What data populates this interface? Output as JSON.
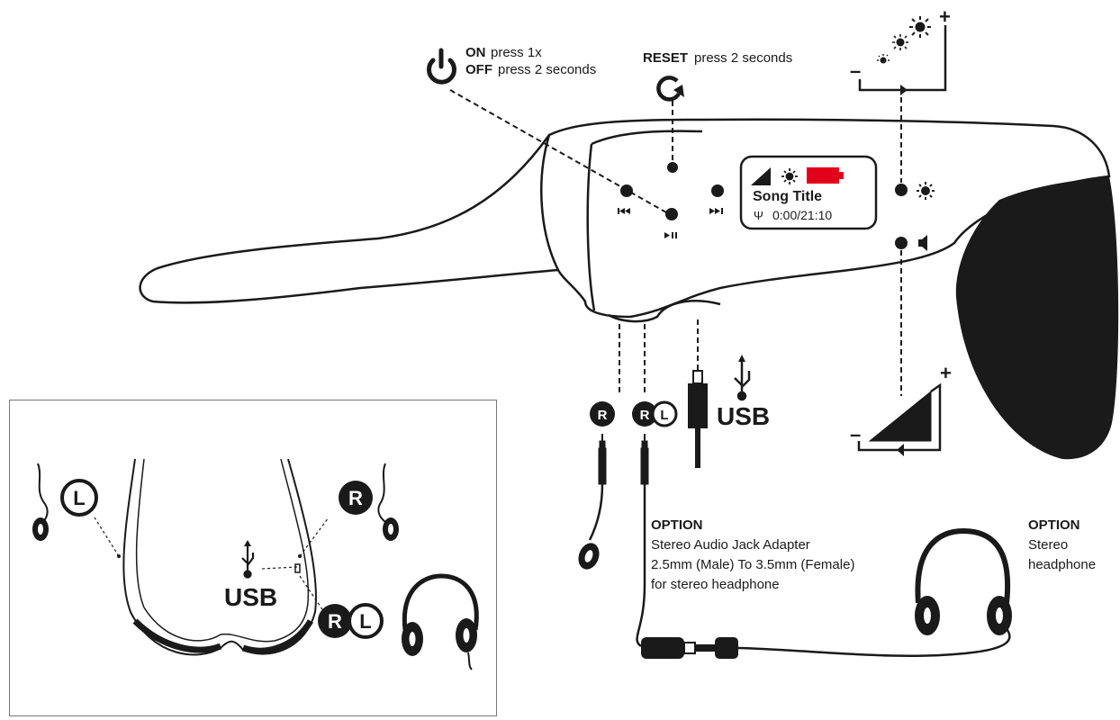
{
  "controls": {
    "power_on_label": "ON",
    "power_on_action": "press 1x",
    "power_off_label": "OFF",
    "power_off_action": "press 2 seconds",
    "reset_label": "RESET",
    "reset_action": "press 2 seconds",
    "brightness_plus": "+",
    "brightness_minus": "–",
    "volume_plus": "+",
    "volume_minus": "–"
  },
  "display": {
    "song_title": "Song Title",
    "time": "0:00/21:10",
    "time_icon": "Ψ",
    "battery_color": "#e3001b"
  },
  "connectors": {
    "right_badge": "R",
    "left_badge": "L",
    "usb_label": "USB"
  },
  "option_adapter": {
    "title": "OPTION",
    "line1": "Stereo Audio Jack Adapter",
    "line2": "2.5mm (Male) To 3.5mm (Female)",
    "line3": "for stereo headphone"
  },
  "option_headphone": {
    "title": "OPTION",
    "line1": "Stereo",
    "line2": "headphone"
  },
  "inset": {
    "left_badge": "L",
    "right_badge": "R",
    "usb_label": "USB",
    "combo_right": "R",
    "combo_left": "L"
  },
  "icons": [
    "power-icon",
    "reset-icon",
    "brightness-icon",
    "volume-icon",
    "usb-icon",
    "battery-icon",
    "earbud-icon",
    "headphone-icon",
    "audio-jack-icon"
  ],
  "colors": {
    "ink": "#1a1a1a",
    "battery": "#e3001b",
    "background": "#ffffff"
  }
}
